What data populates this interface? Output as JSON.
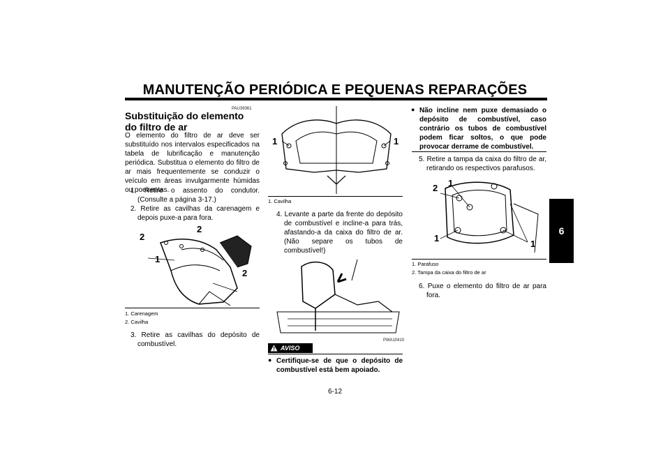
{
  "header": {
    "title": "MANUTENÇÃO PERIÓDICA E PEQUENAS REPARAÇÕES",
    "chapter": "6"
  },
  "col1": {
    "code": "PAU39361",
    "title": "Substituição do elemento do filtro de ar",
    "intro": "O elemento do filtro de ar deve ser substituído nos intervalos especificados na tabela de lubrificação e manutenção periódica. Substitua o elemento do filtro de ar mais frequentemente se conduzir o veículo em áreas invulgarmente húmidas ou poeirentas.",
    "step1": "1. Retire o assento do condutor. (Consulte a página 3-17.)",
    "step2": "2. Retire as cavilhas da carenagem e depois puxe-a para fora.",
    "fig_labels": [
      "1",
      "2",
      "2",
      "2"
    ],
    "captions": [
      "1. Carenagem",
      "2. Cavilha"
    ],
    "step3": "3. Retire as cavilhas do depósito de combustível."
  },
  "col2": {
    "fig_labels": [
      "1",
      "1"
    ],
    "caption": "1. Cavilha",
    "step4": "4. Levante a parte da frente do depósito de combustível e incline-a para trás, afastando-a da caixa do filtro de ar. (Não separe os tubos de combustível!)",
    "code": "PWA10410",
    "warning_label": "AVISO",
    "warning_bullet": "Certifique-se de que o depósito de combustível está bem apoiado."
  },
  "col3": {
    "warning_bullet": "Não incline nem puxe demasiado o depósito de combustível, caso contrário os tubos de combustível podem ficar soltos, o que pode provocar derrame de combustível.",
    "step5": "5. Retire a tampa da caixa do filtro de ar, retirando os respectivos parafusos.",
    "fig_labels": [
      "2",
      "1",
      "1",
      "1"
    ],
    "captions": [
      "1. Parafuso",
      "2. Tampa da caixa do filtro de ar"
    ],
    "step6": "6. Puxe o elemento do filtro de ar para fora."
  },
  "footer": {
    "page": "6-12"
  }
}
